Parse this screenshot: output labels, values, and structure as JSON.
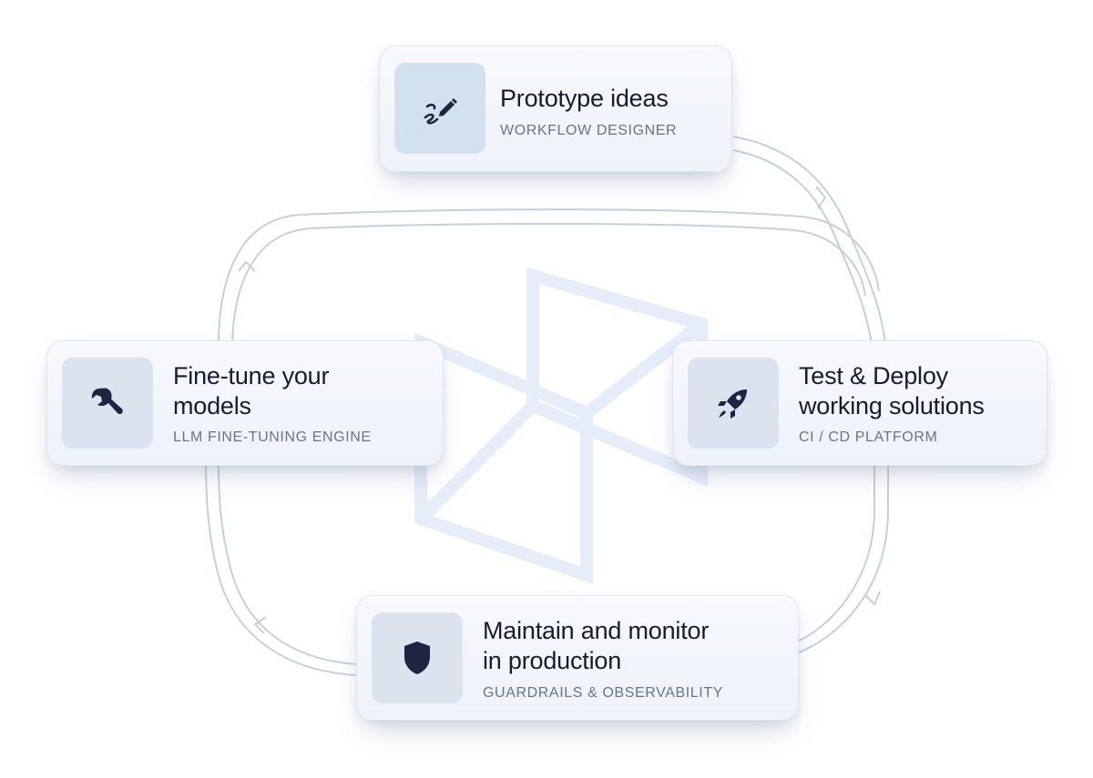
{
  "cards": {
    "prototype": {
      "title_lines": [
        "Prototype ideas"
      ],
      "subtitle": "WORKFLOW DESIGNER",
      "icon": "pen-icon"
    },
    "finetune": {
      "title_lines": [
        "Fine-tune your",
        "models"
      ],
      "subtitle": "LLM FINE-TUNING ENGINE",
      "icon": "wrench-icon"
    },
    "deploy": {
      "title_lines": [
        "Test & Deploy",
        "working solutions"
      ],
      "subtitle": "CI / CD PLATFORM",
      "icon": "rocket-icon"
    },
    "maintain": {
      "title_lines": [
        "Maintain and monitor",
        "in production"
      ],
      "subtitle": "GUARDRAILS & OBSERVABILITY",
      "icon": "shield-icon"
    }
  },
  "colors": {
    "icon": "#1e2540",
    "track": "#c7cfdc",
    "logo": "#e6edf8"
  }
}
